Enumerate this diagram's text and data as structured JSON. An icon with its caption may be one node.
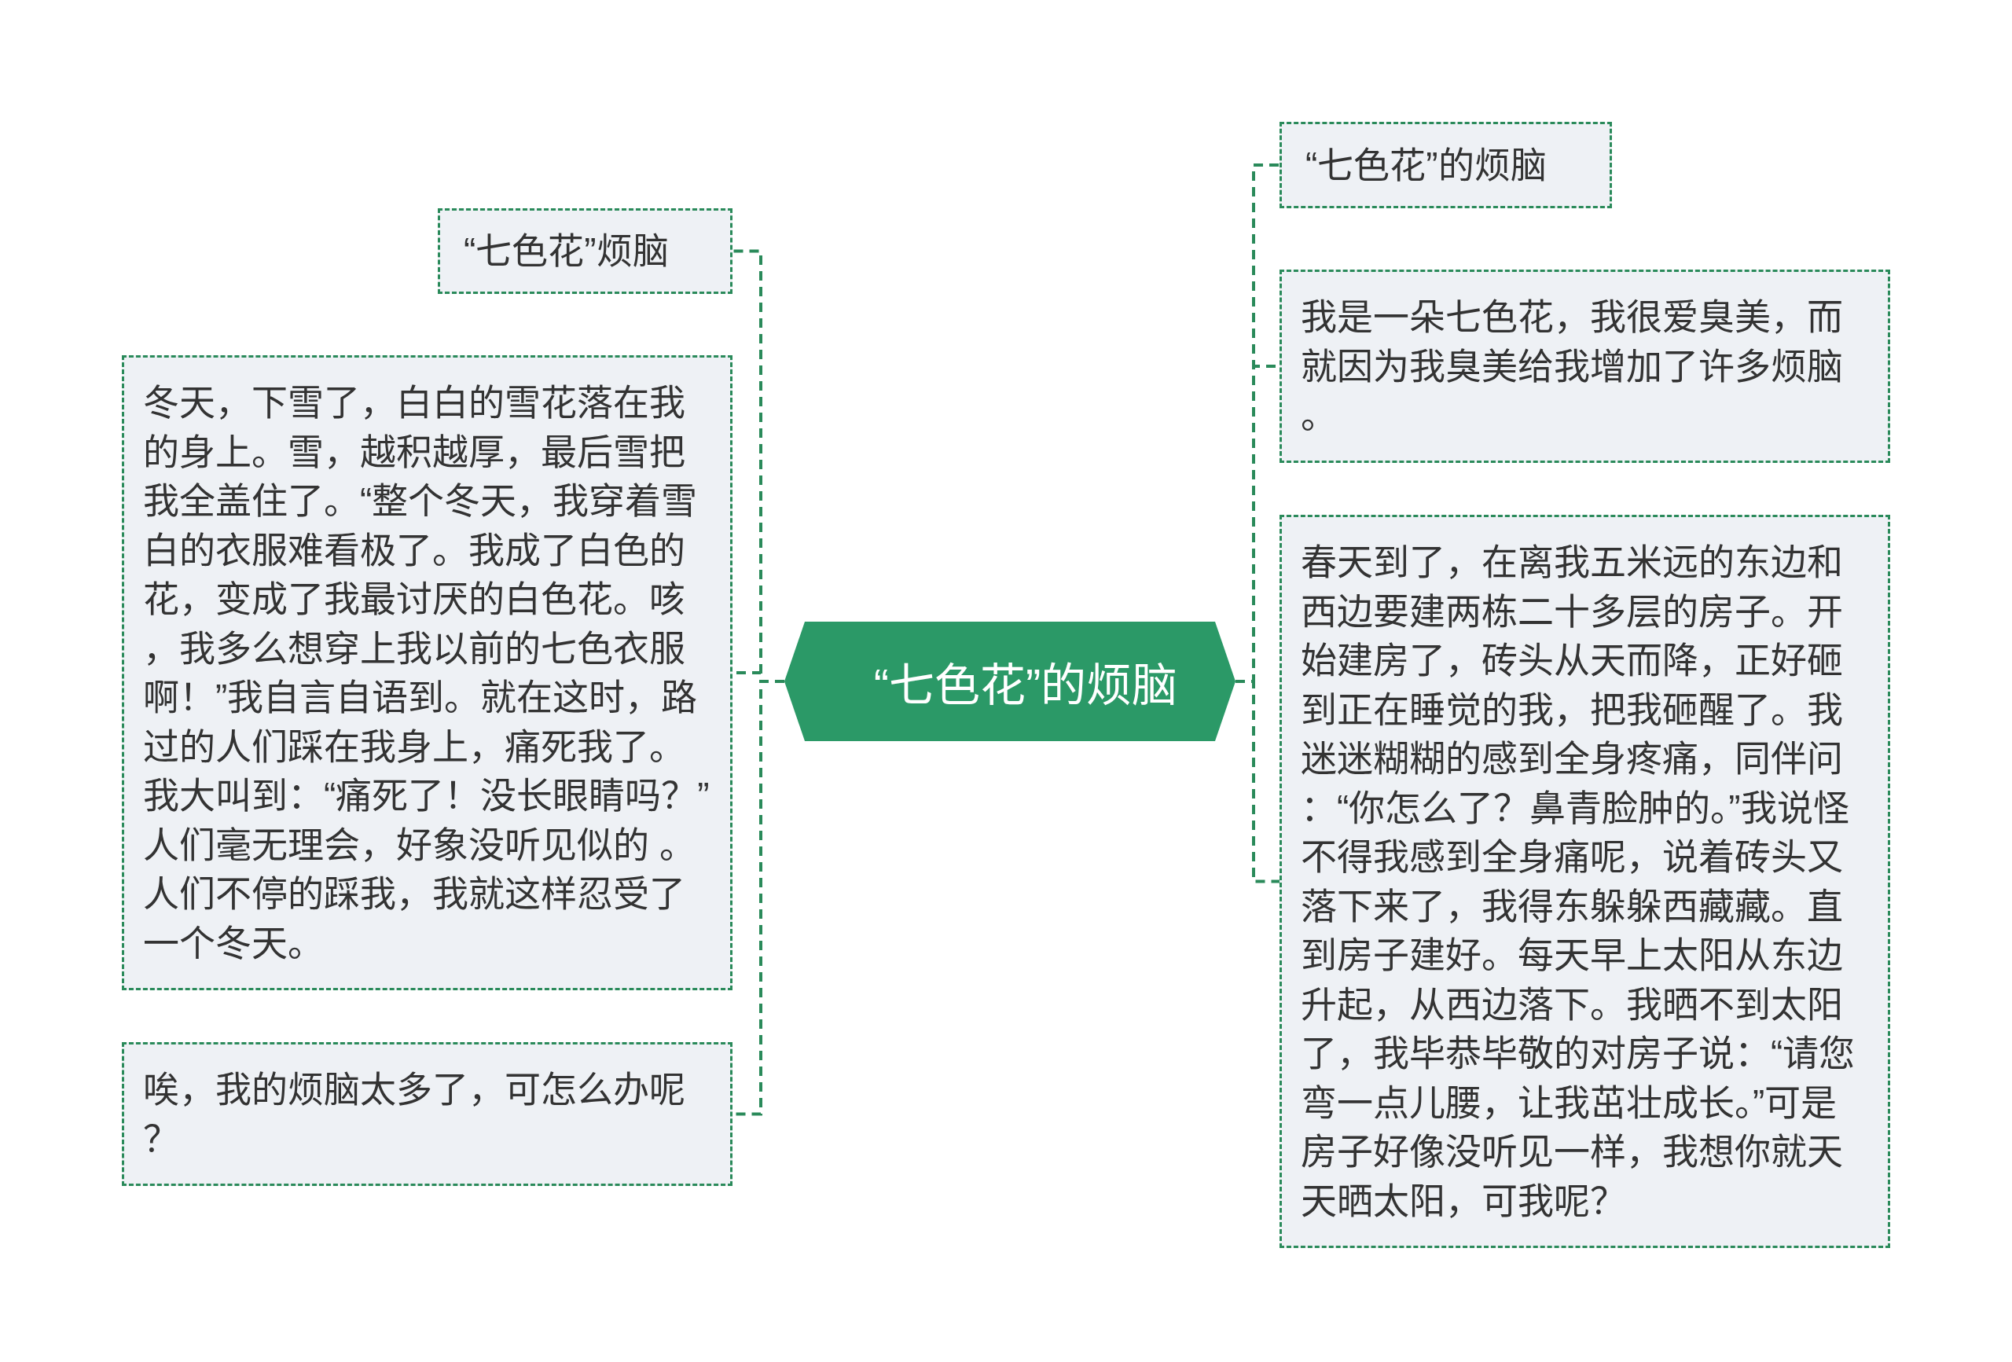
{
  "diagram": {
    "nodes": [
      {
        "text": [
          "“七色花”的烦脑"
        ]
      },
      {
        "text": [
          "“七色花”烦脑"
        ]
      },
      {
        "text": [
          "冬天，下雪了，白白的雪花落在我的身上。雪，越积越厚，最后雪把我全盖住了。“整个冬天，我穿着雪白的衣服难看极了。我成了白色的花，变成了我最讨厌的白色花。咳，我多么想穿上我以前的七色衣服啊！”我自言自语到。就在这时，路过的人们踩在我身上，痛死我了。我大叫到：“痛死了！没长眼睛吗？”人们毫无理会，好象没听见似的 。人们不停的踩我，我就这样忍受了一个冬天。"
        ]
      },
      {
        "text": [
          "唉，我的烦脑太多了，可怎么办呢？"
        ]
      },
      {
        "text": [
          "“七色花”的烦脑"
        ]
      },
      {
        "text": [
          "我是一朵七色花，我很爱臭美，而就因为我臭美给我增加了许多烦脑。"
        ]
      },
      {
        "text": [
          "春天到了，在离我五米远的东边和西边要建两栋二十多层的房子。开始建房了，砖头从天而降，正好砸到正在睡觉的我，把我砸醒了。我迷迷糊糊的感到全身疼痛，同伴问：“你怎么了？鼻青脸肿的。”我说怪不得我感到全身痛呢，说着砖头又落下来了，我得东躲躲西藏藏。直到房子建好。每天早上太阳从东边升起，从西边落下。我晒不到太阳了，我毕恭毕敬的对房子说：“请您弯一点儿腰，让我茁壮成长。”可是房子好像没听见一样，我想你就天天晒太阳，可我呢？"
        ]
      }
    ],
    "edges": [
      {
        "from": 0,
        "to": 1,
        "arrow": "none"
      },
      {
        "from": 0,
        "to": 2,
        "arrow": "none"
      },
      {
        "from": 0,
        "to": 3,
        "arrow": "none"
      },
      {
        "from": 0,
        "to": 4,
        "arrow": "none"
      },
      {
        "from": 0,
        "to": 5,
        "arrow": "none"
      },
      {
        "from": 0,
        "to": 6,
        "arrow": "none"
      }
    ]
  }
}
